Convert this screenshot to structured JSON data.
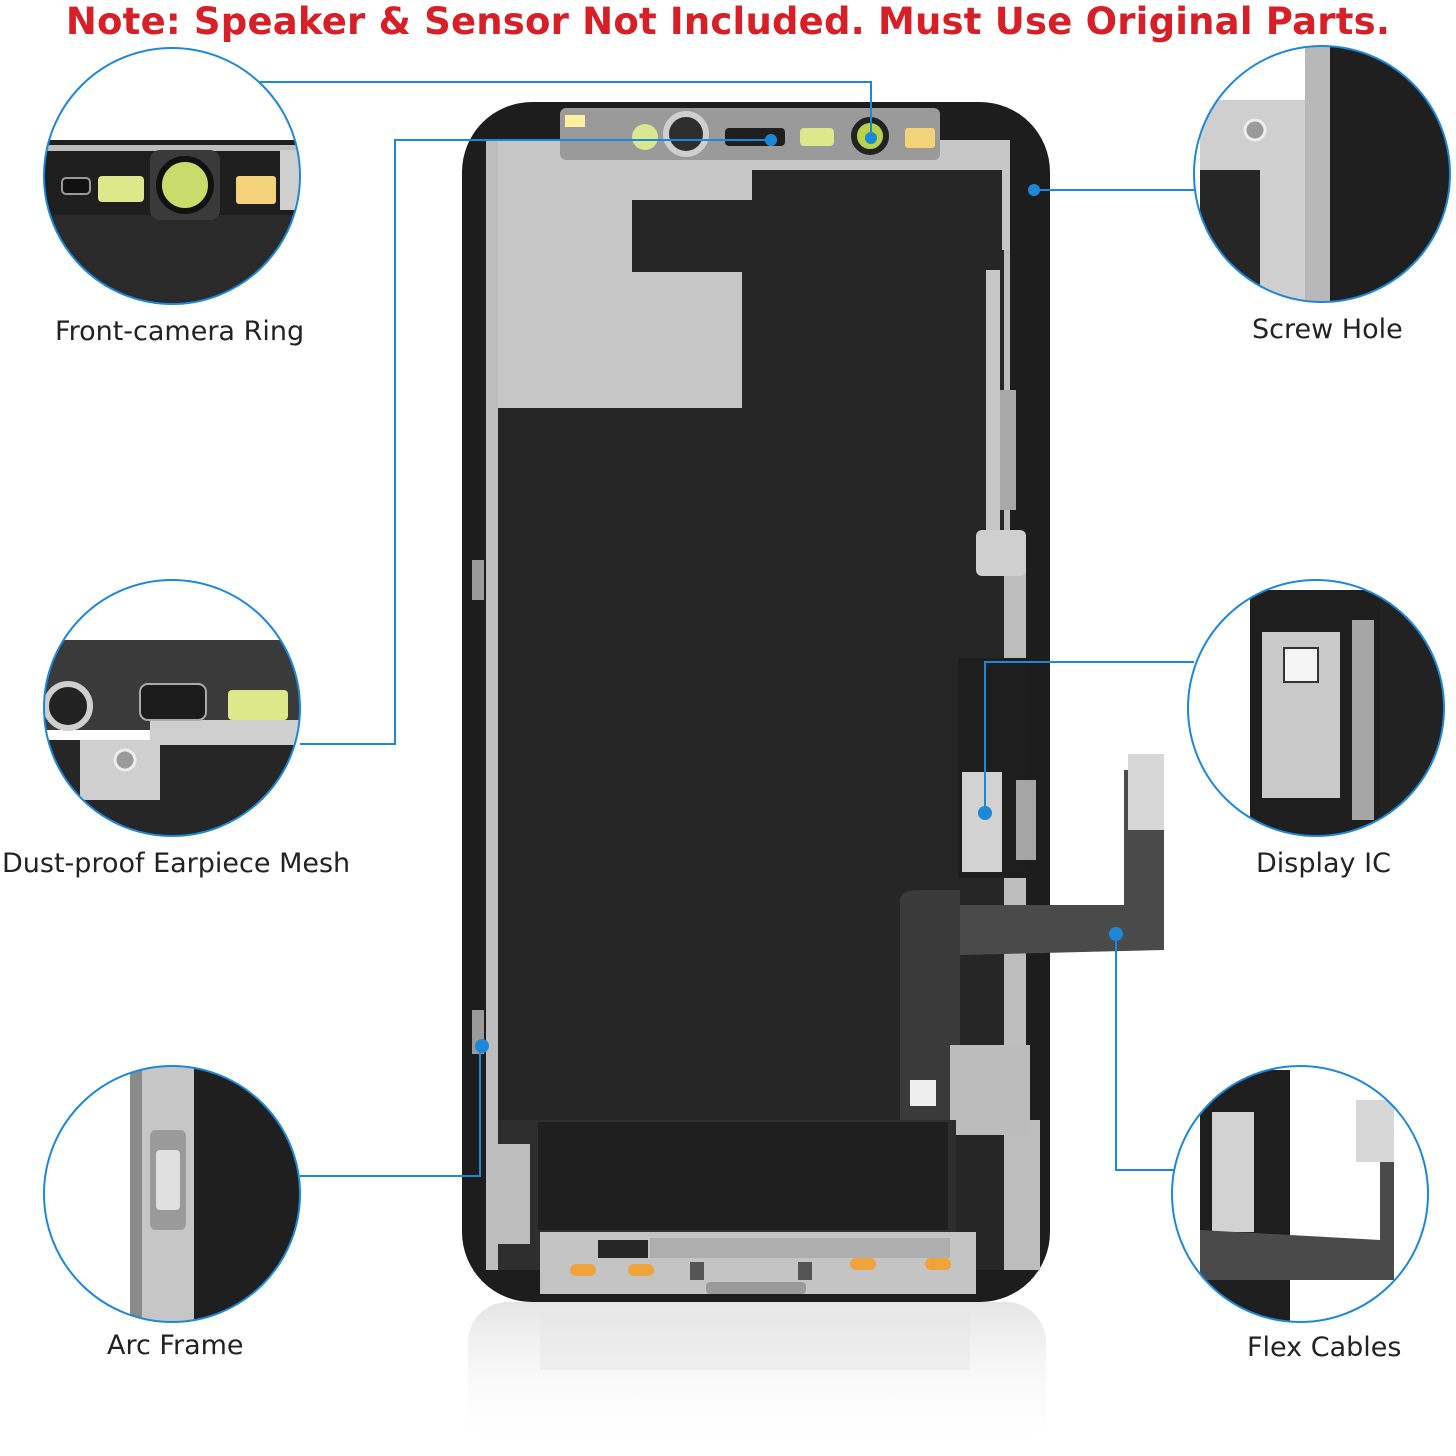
{
  "note": "Note: Speaker & Sensor Not Included. Must Use Original Parts.",
  "callouts": {
    "front_camera_ring": "Front-camera Ring",
    "screw_hole": "Screw Hole",
    "dust_proof_mesh": "Dust-proof Earpiece Mesh",
    "display_ic": "Display IC",
    "arc_frame": "Arc Frame",
    "flex_cables": "Flex Cables"
  },
  "colors": {
    "note_red": "#d61f26",
    "callout_blue": "#1e88d8",
    "frame_black": "#1d1d1d",
    "metal_silver": "#c9c9c9",
    "panel_dark": "#2a2a2a",
    "yellow_green_pad": "#dbe98a",
    "orange_pad": "#f0a33a"
  },
  "icons": {
    "product": "lcd-screen-assembly",
    "reflection": "screen-reflection"
  }
}
